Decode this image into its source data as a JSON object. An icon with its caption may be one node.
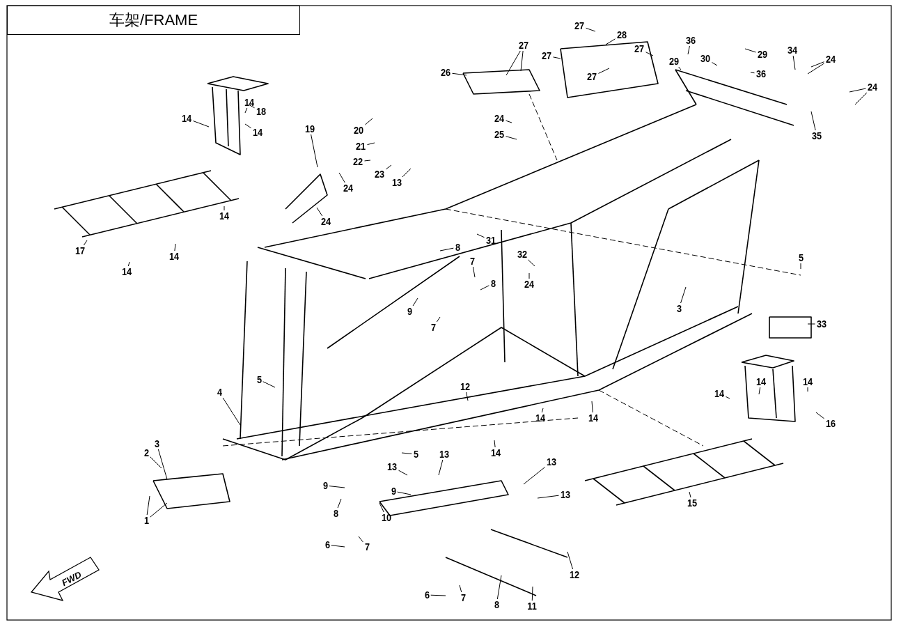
{
  "diagram": {
    "title": "车架/FRAME",
    "nodes": [
      {
        "text": [
          "14"
        ]
      },
      {
        "text": [
          "18"
        ]
      },
      {
        "text": [
          "14"
        ]
      },
      {
        "text": [
          "14"
        ]
      },
      {
        "text": [
          "17"
        ]
      },
      {
        "text": [
          "14"
        ]
      },
      {
        "text": [
          "14"
        ]
      },
      {
        "text": [
          "14"
        ]
      },
      {
        "text": [
          "20"
        ]
      },
      {
        "text": [
          "21"
        ]
      },
      {
        "text": [
          "22"
        ]
      },
      {
        "text": [
          "23"
        ]
      },
      {
        "text": [
          "13"
        ]
      },
      {
        "text": [
          "19"
        ]
      },
      {
        "text": [
          "24"
        ]
      },
      {
        "text": [
          "24"
        ]
      },
      {
        "text": [
          "26"
        ]
      },
      {
        "text": [
          "27"
        ]
      },
      {
        "text": [
          "27"
        ]
      },
      {
        "text": [
          "28"
        ]
      },
      {
        "text": [
          "27"
        ]
      },
      {
        "text": [
          "27"
        ]
      },
      {
        "text": [
          "27"
        ]
      },
      {
        "text": [
          "36"
        ]
      },
      {
        "text": [
          "30"
        ]
      },
      {
        "text": [
          "29"
        ]
      },
      {
        "text": [
          "29"
        ]
      },
      {
        "text": [
          "34"
        ]
      },
      {
        "text": [
          "24"
        ]
      },
      {
        "text": [
          "36"
        ]
      },
      {
        "text": [
          "24"
        ]
      },
      {
        "text": [
          "35"
        ]
      },
      {
        "text": [
          "24"
        ]
      },
      {
        "text": [
          "25"
        ]
      },
      {
        "text": [
          "31"
        ]
      },
      {
        "text": [
          "8"
        ]
      },
      {
        "text": [
          "7"
        ]
      },
      {
        "text": [
          "8"
        ]
      },
      {
        "text": [
          "9"
        ]
      },
      {
        "text": [
          "7"
        ]
      },
      {
        "text": [
          "32"
        ]
      },
      {
        "text": [
          "24"
        ]
      },
      {
        "text": [
          "5"
        ]
      },
      {
        "text": [
          "3"
        ]
      },
      {
        "text": [
          "33"
        ]
      },
      {
        "text": [
          "14"
        ]
      },
      {
        "text": [
          "14"
        ]
      },
      {
        "text": [
          "14"
        ]
      },
      {
        "text": [
          "16"
        ]
      },
      {
        "text": [
          "14"
        ]
      },
      {
        "text": [
          "14"
        ]
      },
      {
        "text": [
          "12"
        ]
      },
      {
        "text": [
          "14"
        ]
      },
      {
        "text": [
          "4"
        ]
      },
      {
        "text": [
          "5"
        ]
      },
      {
        "text": [
          "5"
        ]
      },
      {
        "text": [
          "2"
        ]
      },
      {
        "text": [
          "3"
        ]
      },
      {
        "text": [
          "1"
        ]
      },
      {
        "text": [
          "13"
        ]
      },
      {
        "text": [
          "13"
        ]
      },
      {
        "text": [
          "9"
        ]
      },
      {
        "text": [
          "9"
        ]
      },
      {
        "text": [
          "8"
        ]
      },
      {
        "text": [
          "6"
        ]
      },
      {
        "text": [
          "7"
        ]
      },
      {
        "text": [
          "10"
        ]
      },
      {
        "text": [
          "13"
        ]
      },
      {
        "text": [
          "13"
        ]
      },
      {
        "text": [
          "15"
        ]
      },
      {
        "text": [
          "6"
        ]
      },
      {
        "text": [
          "7"
        ]
      },
      {
        "text": [
          "8"
        ]
      },
      {
        "text": [
          "11"
        ]
      },
      {
        "text": [
          "12"
        ]
      }
    ],
    "edges": [
      {
        "from": 0,
        "to": null,
        "arrow": "none"
      },
      {
        "from": 1,
        "to": null,
        "arrow": "none"
      },
      {
        "from": 2,
        "to": null,
        "arrow": "none"
      },
      {
        "from": 3,
        "to": null,
        "arrow": "none"
      },
      {
        "from": 4,
        "to": null,
        "arrow": "none"
      },
      {
        "from": 5,
        "to": null,
        "arrow": "none"
      },
      {
        "from": 6,
        "to": null,
        "arrow": "none"
      },
      {
        "from": 7,
        "to": null,
        "arrow": "none"
      },
      {
        "from": 8,
        "to": null,
        "arrow": "none"
      },
      {
        "from": 9,
        "to": null,
        "arrow": "none"
      },
      {
        "from": 10,
        "to": null,
        "arrow": "none"
      },
      {
        "from": 11,
        "to": null,
        "arrow": "none"
      },
      {
        "from": 12,
        "to": null,
        "arrow": "none"
      },
      {
        "from": 13,
        "to": null,
        "arrow": "none"
      },
      {
        "from": 14,
        "to": null,
        "arrow": "none"
      },
      {
        "from": 15,
        "to": null,
        "arrow": "none"
      },
      {
        "from": 16,
        "to": null,
        "arrow": "none"
      },
      {
        "from": 17,
        "to": null,
        "arrow": "none"
      },
      {
        "from": 17,
        "to": null,
        "arrow": "none"
      },
      {
        "from": 18,
        "to": null,
        "arrow": "none"
      },
      {
        "from": 19,
        "to": null,
        "arrow": "none"
      },
      {
        "from": 20,
        "to": null,
        "arrow": "none"
      },
      {
        "from": 21,
        "to": null,
        "arrow": "none"
      },
      {
        "from": 22,
        "to": null,
        "arrow": "none"
      },
      {
        "from": 23,
        "to": null,
        "arrow": "none"
      },
      {
        "from": 24,
        "to": null,
        "arrow": "none"
      },
      {
        "from": 25,
        "to": null,
        "arrow": "none"
      },
      {
        "from": 26,
        "to": null,
        "arrow": "none"
      },
      {
        "from": 27,
        "to": null,
        "arrow": "none"
      },
      {
        "from": 28,
        "to": null,
        "arrow": "none"
      },
      {
        "from": 28,
        "to": null,
        "arrow": "none"
      },
      {
        "from": 29,
        "to": null,
        "arrow": "none"
      },
      {
        "from": 30,
        "to": null,
        "arrow": "none"
      },
      {
        "from": 30,
        "to": null,
        "arrow": "none"
      },
      {
        "from": 31,
        "to": null,
        "arrow": "none"
      },
      {
        "from": 32,
        "to": null,
        "arrow": "none"
      },
      {
        "from": 33,
        "to": null,
        "arrow": "none"
      },
      {
        "from": 34,
        "to": null,
        "arrow": "none"
      },
      {
        "from": 35,
        "to": null,
        "arrow": "none"
      },
      {
        "from": 36,
        "to": null,
        "arrow": "none"
      },
      {
        "from": 37,
        "to": null,
        "arrow": "none"
      },
      {
        "from": 38,
        "to": null,
        "arrow": "none"
      },
      {
        "from": 39,
        "to": null,
        "arrow": "none"
      },
      {
        "from": 40,
        "to": null,
        "arrow": "none"
      },
      {
        "from": 41,
        "to": null,
        "arrow": "none"
      },
      {
        "from": 42,
        "to": null,
        "arrow": "none"
      },
      {
        "from": 43,
        "to": null,
        "arrow": "none"
      },
      {
        "from": 44,
        "to": null,
        "arrow": "none"
      },
      {
        "from": 45,
        "to": null,
        "arrow": "none"
      },
      {
        "from": 46,
        "to": null,
        "arrow": "none"
      },
      {
        "from": 47,
        "to": null,
        "arrow": "none"
      },
      {
        "from": 48,
        "to": null,
        "arrow": "none"
      },
      {
        "from": 49,
        "to": null,
        "arrow": "none"
      },
      {
        "from": 50,
        "to": null,
        "arrow": "none"
      },
      {
        "from": 51,
        "to": null,
        "arrow": "none"
      },
      {
        "from": 52,
        "to": null,
        "arrow": "none"
      },
      {
        "from": 53,
        "to": null,
        "arrow": "none"
      },
      {
        "from": 54,
        "to": null,
        "arrow": "none"
      },
      {
        "from": 55,
        "to": null,
        "arrow": "none"
      },
      {
        "from": 56,
        "to": null,
        "arrow": "none"
      },
      {
        "from": 57,
        "to": null,
        "arrow": "none"
      },
      {
        "from": 58,
        "to": null,
        "arrow": "none"
      },
      {
        "from": 58,
        "to": null,
        "arrow": "none"
      },
      {
        "from": 59,
        "to": null,
        "arrow": "none"
      },
      {
        "from": 60,
        "to": null,
        "arrow": "none"
      },
      {
        "from": 61,
        "to": null,
        "arrow": "none"
      },
      {
        "from": 62,
        "to": null,
        "arrow": "none"
      },
      {
        "from": 63,
        "to": null,
        "arrow": "none"
      },
      {
        "from": 64,
        "to": null,
        "arrow": "none"
      },
      {
        "from": 65,
        "to": null,
        "arrow": "none"
      },
      {
        "from": 66,
        "to": null,
        "arrow": "none"
      },
      {
        "from": 67,
        "to": null,
        "arrow": "none"
      },
      {
        "from": 68,
        "to": null,
        "arrow": "none"
      },
      {
        "from": 69,
        "to": null,
        "arrow": "none"
      },
      {
        "from": 70,
        "to": null,
        "arrow": "none"
      },
      {
        "from": 71,
        "to": null,
        "arrow": "none"
      },
      {
        "from": 72,
        "to": null,
        "arrow": "none"
      },
      {
        "from": 73,
        "to": null,
        "arrow": "none"
      },
      {
        "from": 74,
        "to": null,
        "arrow": "none"
      }
    ],
    "labels": [
      "FWD"
    ]
  }
}
